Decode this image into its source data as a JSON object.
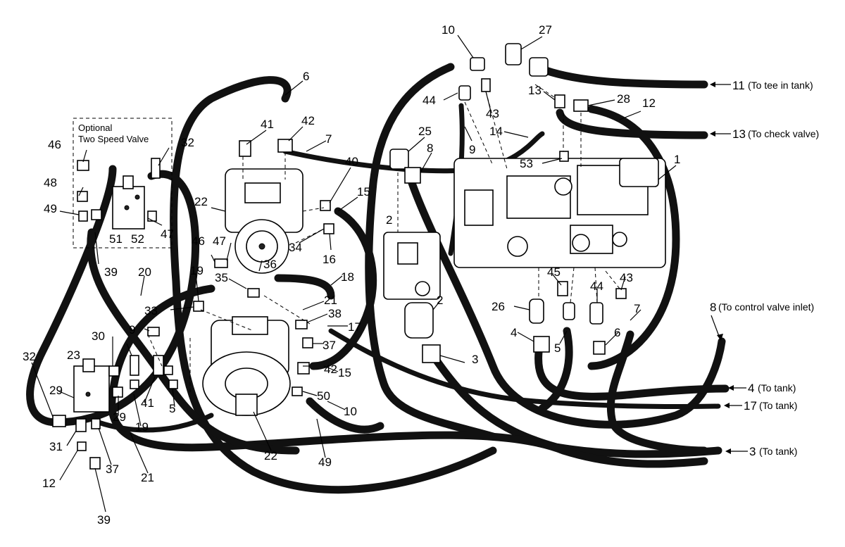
{
  "optional_box": {
    "line1": "Optional",
    "line2": "Two Speed Valve"
  },
  "destinations": [
    {
      "number": "11",
      "text": "(To tee in tank)"
    },
    {
      "number": "13",
      "text": "(To check valve)"
    },
    {
      "number": "8",
      "text": "(To control valve inlet)"
    },
    {
      "number": "4",
      "text": "(To tank)"
    },
    {
      "number": "17",
      "text": "(To tank)"
    },
    {
      "number": "3",
      "text": "(To tank)"
    }
  ],
  "callouts": [
    "10",
    "27",
    "6",
    "44",
    "43",
    "13",
    "28",
    "12",
    "1",
    "41",
    "42",
    "25",
    "8",
    "14",
    "9",
    "53",
    "7",
    "32",
    "46",
    "40",
    "15",
    "22",
    "48",
    "2",
    "49",
    "51",
    "52",
    "47",
    "34",
    "16",
    "46",
    "47",
    "36",
    "39",
    "35",
    "18",
    "20",
    "19",
    "21",
    "33",
    "38",
    "17",
    "45",
    "43",
    "26",
    "44",
    "7",
    "9",
    "30",
    "37",
    "2",
    "4",
    "5",
    "6",
    "3",
    "23",
    "42",
    "15",
    "50",
    "10",
    "32",
    "29",
    "41",
    "19",
    "5",
    "29",
    "31",
    "37",
    "21",
    "12",
    "22",
    "49",
    "39"
  ]
}
